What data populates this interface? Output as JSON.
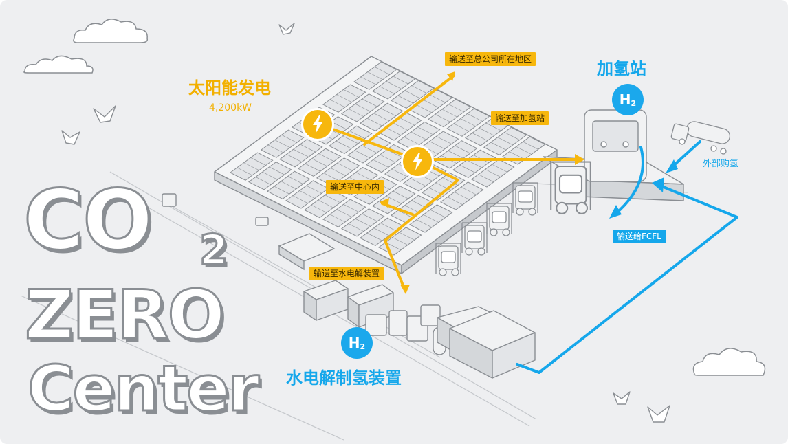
{
  "title": {
    "co": "CO",
    "sub": "2",
    "zero": "ZERO",
    "center": "Center"
  },
  "solar": {
    "title": "太阳能发电",
    "power": "4,200kW"
  },
  "station": {
    "title": "加氢站"
  },
  "electrolysis": {
    "title": "水电解制氢装置"
  },
  "badges": {
    "h": "H",
    "sub": "2"
  },
  "tags": {
    "to_hq": "输送至总公司所在地区",
    "to_station": "输送至加氢站",
    "to_center": "输送至中心内",
    "to_electrolysis": "输送至水电解装置",
    "to_fcfl": "输送给FCFL"
  },
  "external": "外部购氢",
  "colors": {
    "yellow": "#f7b70d",
    "blue": "#15a7eb",
    "gray": "#8a8e93",
    "bg": "#eeeff1"
  }
}
